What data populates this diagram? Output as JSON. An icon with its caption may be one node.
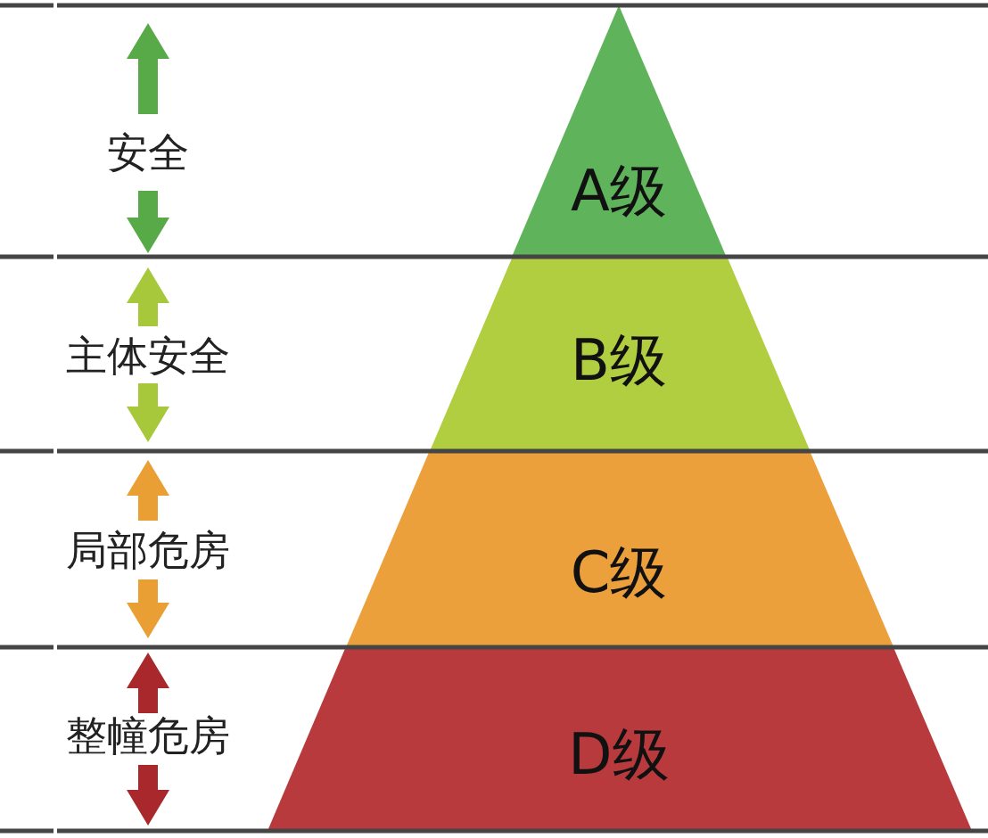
{
  "diagram": {
    "nodes": [
      {
        "text": [
          "A级"
        ]
      },
      {
        "text": [
          "B级"
        ]
      },
      {
        "text": [
          "C级"
        ]
      },
      {
        "text": [
          "D级"
        ]
      }
    ],
    "labels": [
      "安全",
      "主体安全",
      "局部危房",
      "整幢危房"
    ]
  }
}
